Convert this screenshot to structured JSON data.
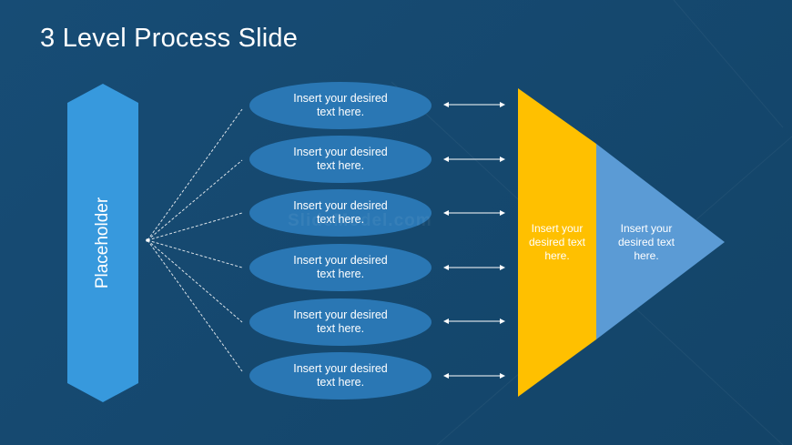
{
  "slide": {
    "title": "3 Level Process Slide",
    "placeholder_label": "Placeholder",
    "watermark": "SlideModel.com"
  },
  "ellipses": [
    {
      "text": "Insert your desired text here."
    },
    {
      "text": "Insert your desired text here."
    },
    {
      "text": "Insert your desired text here."
    },
    {
      "text": "Insert your desired text here."
    },
    {
      "text": "Insert your desired text here."
    },
    {
      "text": "Insert your desired text here."
    }
  ],
  "funnel": {
    "yellow_text": "Insert your desired text here.",
    "blue_text": "Insert your desired text here."
  },
  "colors": {
    "background": "#164a72",
    "placeholder": "#3799dd",
    "ellipse": "#2a77b4",
    "funnel_yellow": "#ffc000",
    "funnel_blue": "#5b9bd5",
    "text": "#ffffff"
  }
}
